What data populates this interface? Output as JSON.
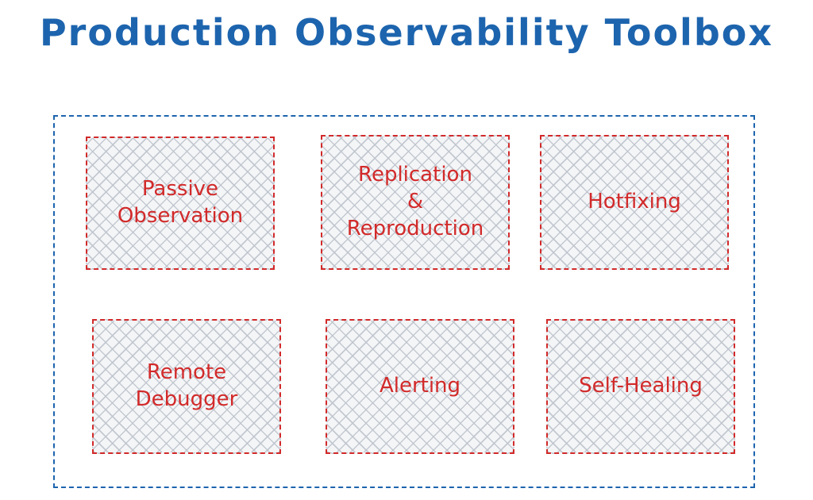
{
  "title": "Production Observability Toolbox",
  "colors": {
    "title": "#1d64ae",
    "outer_border": "#1d64ae",
    "card_border": "#d22a2a",
    "card_text": "#d22a2a",
    "hatch": "#bec4cd"
  },
  "cards": [
    {
      "label": "Passive\nObservation"
    },
    {
      "label": "Replication\n&\nReproduction"
    },
    {
      "label": "Hotfixing"
    },
    {
      "label": "Remote\nDebugger"
    },
    {
      "label": "Alerting"
    },
    {
      "label": "Self-Healing"
    }
  ]
}
